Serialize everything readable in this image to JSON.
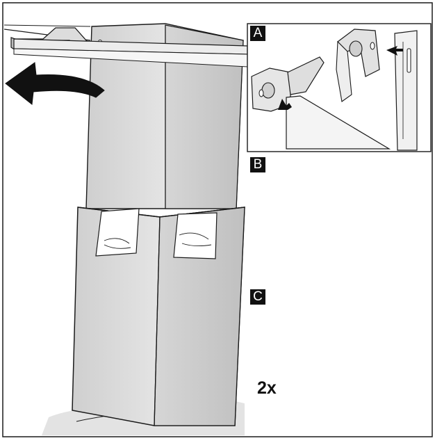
{
  "panels": {
    "a": {
      "tag": "A"
    },
    "b": {
      "tag": "B"
    },
    "c": {
      "tag": "C",
      "quantity": "2x"
    }
  },
  "colors": {
    "outline": "#1a1a1a",
    "metal_light": "#f2f2f2",
    "metal_mid": "#d9d9d9",
    "metal_dark": "#9a9a9a",
    "arrow": "#111111",
    "tag_bg": "#111111"
  }
}
